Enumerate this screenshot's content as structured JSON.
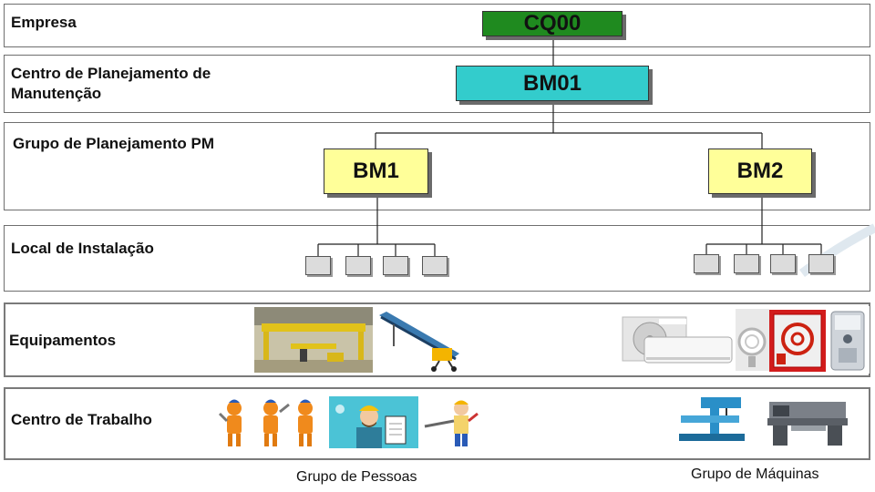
{
  "levels": {
    "empresa": "Empresa",
    "centro_planejamento": "Centro de Planejamento de Manutenção",
    "grupo_planejamento": "Grupo de Planejamento PM",
    "local_instalacao": "Local de Instalação",
    "equipamentos": "Equipamentos",
    "centro_trabalho": "Centro de Trabalho"
  },
  "nodes": {
    "company": "CQ00",
    "planning_center": "BM01",
    "group_1": "BM1",
    "group_2": "BM2"
  },
  "captions": {
    "people": "Grupo de Pessoas",
    "machines": "Grupo de Máquinas"
  },
  "colors": {
    "company": "#1f8a1f",
    "planning_center": "#33cccc",
    "group": "#ffff99",
    "leaf": "#dcdcdc"
  }
}
